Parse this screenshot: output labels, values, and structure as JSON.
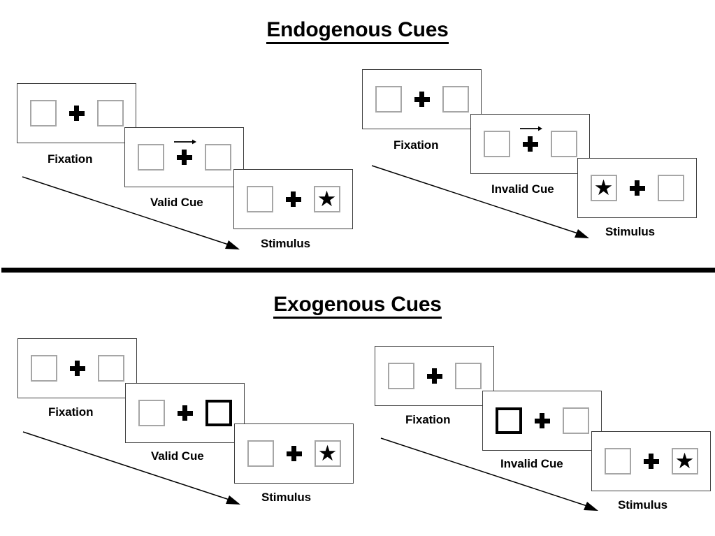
{
  "figure": {
    "background": "#ffffff",
    "panel_border_color": "#3f3f3f",
    "box_border_color": "#a6a6a6",
    "cue_border_color": "#000000",
    "stimulus_glyph": "★",
    "divider_color": "#000000"
  },
  "sections": [
    {
      "id": "endogenous",
      "title": "Endogenous Cues",
      "columns": [
        {
          "id": "endogenous-valid",
          "panels": [
            {
              "id": "fixation",
              "label": "Fixation",
              "left_box": "empty",
              "right_box": "empty",
              "arrow": false
            },
            {
              "id": "cue",
              "label": "Valid Cue",
              "left_box": "empty",
              "right_box": "empty",
              "arrow": true,
              "arrow_direction": "right"
            },
            {
              "id": "stimulus",
              "label": "Stimulus",
              "left_box": "empty",
              "right_box": "star",
              "arrow": false
            }
          ]
        },
        {
          "id": "endogenous-invalid",
          "panels": [
            {
              "id": "fixation",
              "label": "Fixation",
              "left_box": "empty",
              "right_box": "empty",
              "arrow": false
            },
            {
              "id": "cue",
              "label": "Invalid Cue",
              "left_box": "empty",
              "right_box": "empty",
              "arrow": true,
              "arrow_direction": "right"
            },
            {
              "id": "stimulus",
              "label": "Stimulus",
              "left_box": "star",
              "right_box": "empty",
              "arrow": false
            }
          ]
        }
      ]
    },
    {
      "id": "exogenous",
      "title": "Exogenous Cues",
      "columns": [
        {
          "id": "exogenous-valid",
          "panels": [
            {
              "id": "fixation",
              "label": "Fixation",
              "left_box": "empty",
              "right_box": "empty",
              "arrow": false
            },
            {
              "id": "cue",
              "label": "Valid Cue",
              "left_box": "empty",
              "right_box": "cued",
              "arrow": false
            },
            {
              "id": "stimulus",
              "label": "Stimulus",
              "left_box": "empty",
              "right_box": "star",
              "arrow": false
            }
          ]
        },
        {
          "id": "exogenous-invalid",
          "panels": [
            {
              "id": "fixation",
              "label": "Fixation",
              "left_box": "empty",
              "right_box": "empty",
              "arrow": false
            },
            {
              "id": "cue",
              "label": "Invalid Cue",
              "left_box": "cued",
              "right_box": "empty",
              "arrow": false
            },
            {
              "id": "stimulus",
              "label": "Stimulus",
              "left_box": "empty",
              "right_box": "star",
              "arrow": false
            }
          ]
        }
      ]
    }
  ]
}
